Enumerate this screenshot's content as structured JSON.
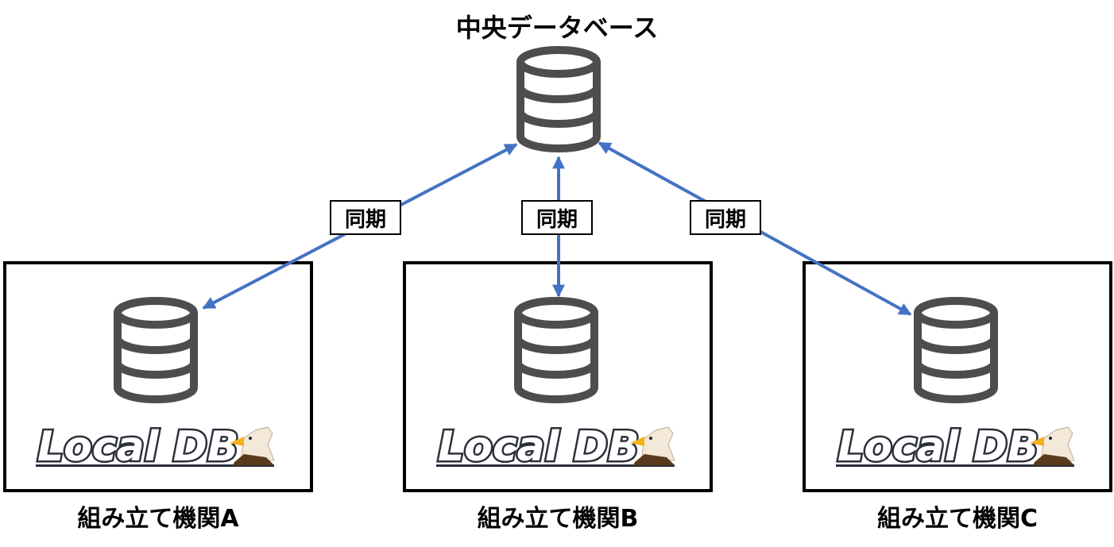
{
  "central": {
    "title": "中央データベース",
    "icon": "database-icon"
  },
  "sync_label": "同期",
  "sites": [
    {
      "label": "組み立て機関A",
      "logo_text": "Local DB"
    },
    {
      "label": "組み立て機関B",
      "logo_text": "Local DB"
    },
    {
      "label": "組み立て機関C",
      "logo_text": "Local DB"
    }
  ],
  "colors": {
    "arrow": "#4472C4",
    "db_icon": "#4d4d4d",
    "border": "#000000"
  }
}
